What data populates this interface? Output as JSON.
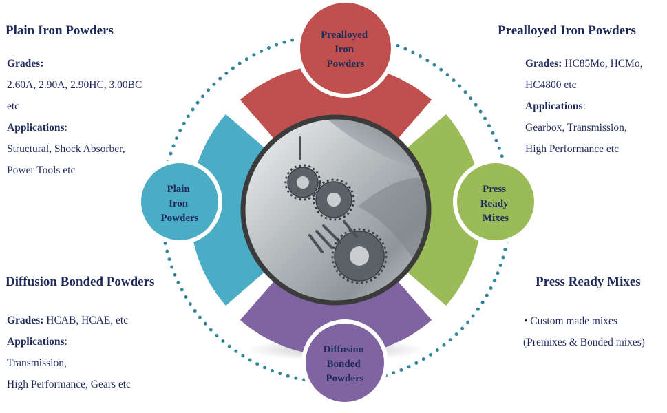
{
  "sections": {
    "plain": {
      "title": "Plain Iron Powders",
      "grades_label": "Grades:",
      "grades_line1": "2.60A, 2.90A, 2.90HC, 3.00BC",
      "grades_line2": "etc",
      "apps_label": "Applications",
      "apps_colon": ":",
      "apps_line1": "Structural, Shock Absorber,",
      "apps_line2": "Power Tools etc"
    },
    "prealloyed": {
      "title": "Prealloyed Iron Powders",
      "grades_label": "Grades:",
      "grades_value1": " HC85Mo, HCMo,",
      "grades_line2": "HC4800 etc",
      "apps_label": "Applications",
      "apps_colon": ":",
      "apps_line1": "Gearbox, Transmission,",
      "apps_line2": "High Performance etc"
    },
    "diffusion": {
      "title": "Diffusion Bonded Powders",
      "grades_label": "Grades:",
      "grades_value": " HCAB, HCAE, etc",
      "apps_label": "Applications",
      "apps_colon": ":",
      "apps_line1": "Transmission,",
      "apps_line2": "High Performance, Gears etc"
    },
    "press": {
      "title": "Press Ready Mixes",
      "line1": "• Custom made mixes",
      "line2": "(Premixes & Bonded mixes)"
    }
  },
  "nodes": {
    "top": [
      "Prealloyed",
      "Iron",
      "Powders"
    ],
    "left": [
      "Plain",
      "Iron",
      "Powders"
    ],
    "right": [
      "Press",
      "Ready",
      "Mixes"
    ],
    "bottom": [
      "Diffusion",
      "Bonded",
      "Powders"
    ]
  },
  "colors": {
    "top": "#c0504d",
    "left": "#4bacc6",
    "right": "#9bbb59",
    "bottom": "#8064a2",
    "dots": "#31859c",
    "text": "#1f2a5c",
    "center_ring": "#3b3b3b"
  },
  "icons": {
    "center_image": "metal-gears-and-iron-powder-photo"
  }
}
